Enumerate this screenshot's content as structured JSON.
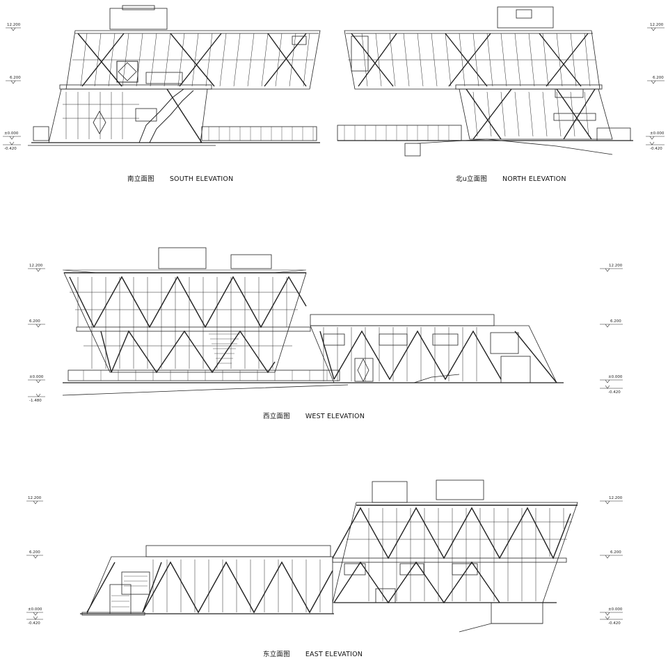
{
  "captions": {
    "south": {
      "cn": "南立面图",
      "en": "SOUTH ELEVATION"
    },
    "north": {
      "cn": "北u立面图",
      "en": "NORTH ELEVATION"
    },
    "west": {
      "cn": "西立面图",
      "en": "WEST ELEVATION"
    },
    "east": {
      "cn": "东立面图",
      "en": "EAST ELEVATION"
    }
  },
  "levels": {
    "south": {
      "left": [
        "12.200",
        "6.200",
        "±0.000",
        "-0.420"
      ]
    },
    "north": {
      "right": [
        "12.200",
        "6.200",
        "±0.000",
        "-0.420"
      ]
    },
    "west": {
      "left": [
        "12.200",
        "6.200",
        "±0.000",
        "-1.480"
      ],
      "right": [
        "12.200",
        "6.200",
        "±0.000",
        "-0.420"
      ]
    },
    "east": {
      "left": [
        "12.200",
        "6.200",
        "±0.000",
        "-0.420"
      ],
      "right": [
        "12.200",
        "6.200",
        "±0.000",
        "-0.420"
      ]
    }
  }
}
